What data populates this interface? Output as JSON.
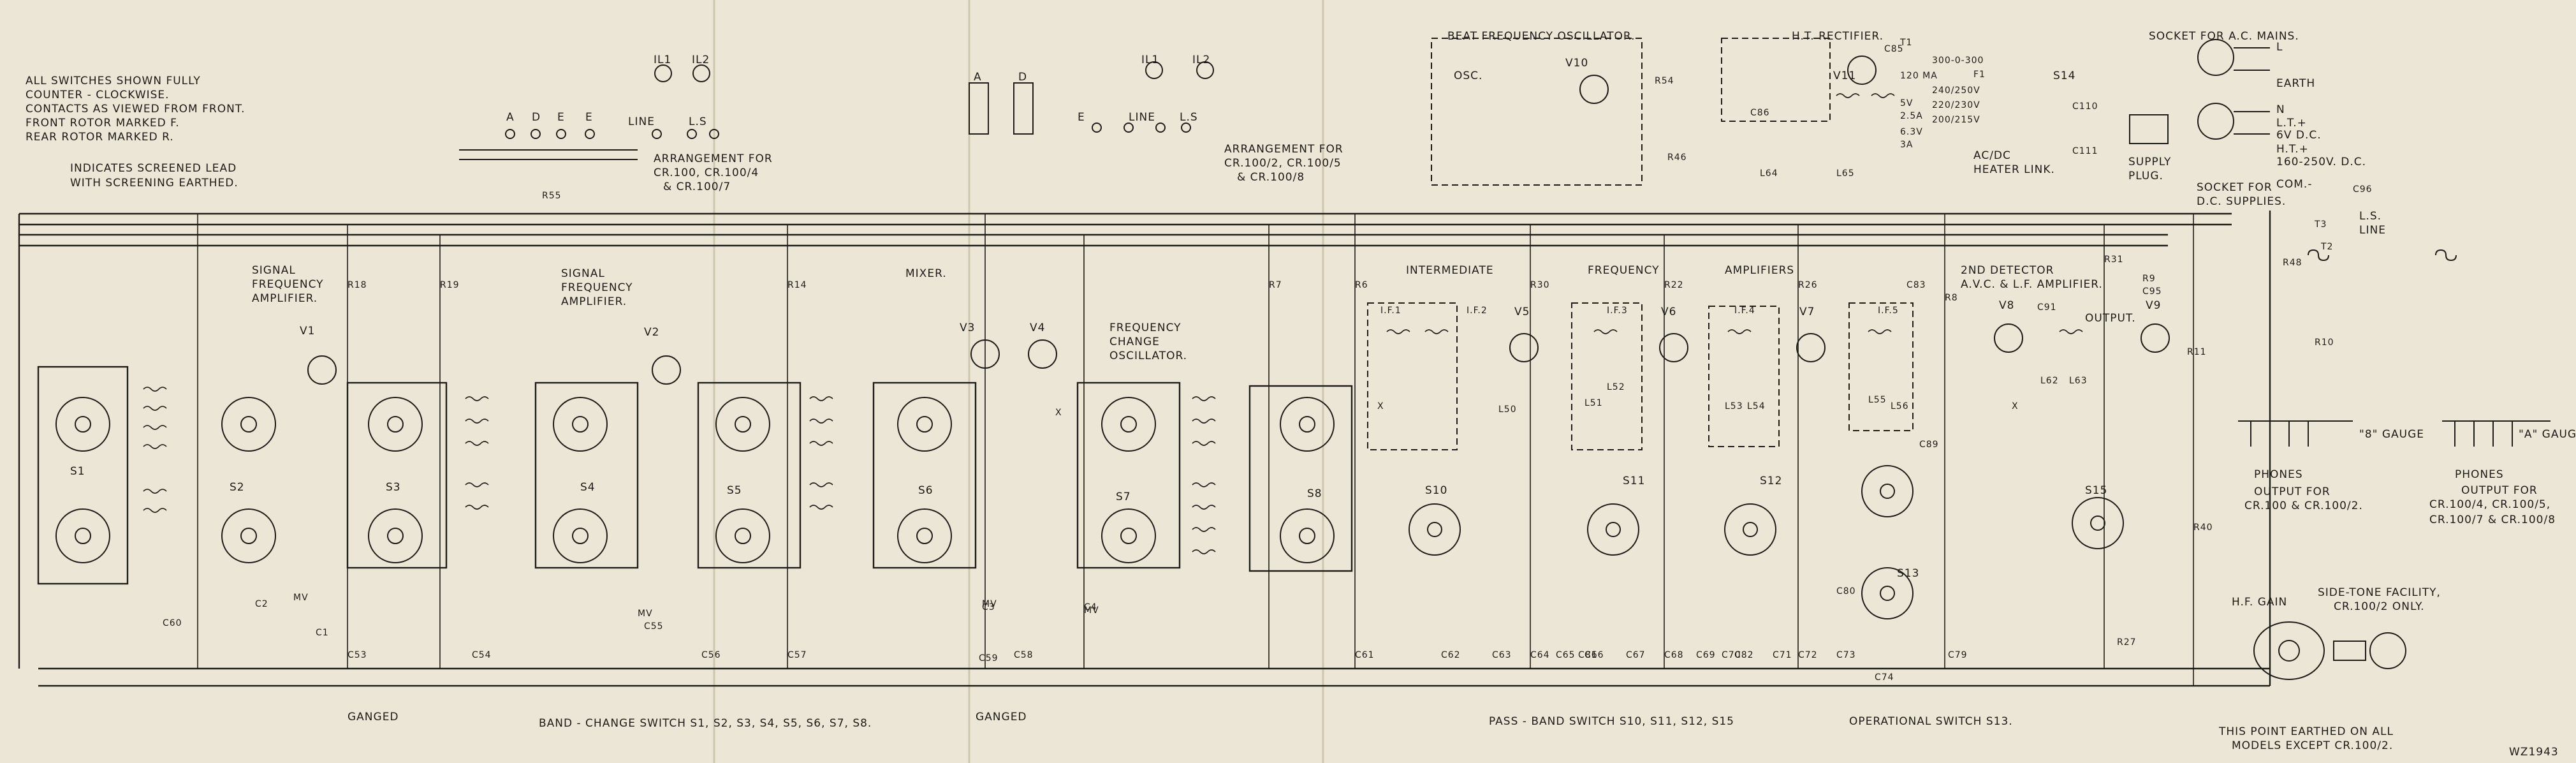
{
  "colors": {
    "paper": "#ece6d6",
    "ink": "#1d1b18",
    "fold": "#cfc6b0"
  },
  "notes": {
    "switch_note": [
      "ALL SWITCHES SHOWN FULLY",
      "COUNTER - CLOCKWISE.",
      "CONTACTS AS VIEWED FROM FRONT.",
      "FRONT ROTOR MARKED F.",
      "REAR ROTOR MARKED R."
    ],
    "screened_note": [
      "INDICATES SCREENED LEAD",
      "WITH SCREENING EARTHED."
    ],
    "arrangement_1": [
      "ARRANGEMENT FOR",
      "CR.100, CR.100/4",
      "& CR.100/7"
    ],
    "arrangement_2": [
      "ARRANGEMENT FOR",
      "CR.100/2, CR.100/5",
      "& CR.100/8"
    ],
    "earth_note": [
      "THIS POINT EARTHED ON ALL",
      "MODELS EXCEPT CR.100/2."
    ],
    "sidetone": [
      "SIDE-TONE FACILITY,",
      "CR.100/2 ONLY."
    ],
    "output_1": [
      "OUTPUT FOR",
      "CR.100 & CR.100/2."
    ],
    "output_2": [
      "OUTPUT FOR",
      "CR.100/4, CR.100/5,",
      "CR.100/7 & CR.100/8"
    ],
    "ref": "WZ1943"
  },
  "sections": {
    "sig_amp_1": [
      "SIGNAL",
      "FREQUENCY",
      "AMPLIFIER."
    ],
    "sig_amp_2": [
      "SIGNAL",
      "FREQUENCY",
      "AMPLIFIER."
    ],
    "mixer": "MIXER.",
    "fco": [
      "FREQUENCY",
      "CHANGE",
      "OSCILLATOR."
    ],
    "intermediate": "INTERMEDIATE",
    "frequency": "FREQUENCY",
    "amplifiers": "AMPLIFIERS",
    "detector": [
      "2ND DETECTOR",
      "A.V.C. & L.F. AMPLIFIER."
    ],
    "output": "OUTPUT.",
    "bfo": "BEAT FREQUENCY OSCILLATOR.",
    "osc": "OSC.",
    "rectifier": "H.T. RECTIFIER.",
    "ac_socket": "SOCKET FOR A.C. MAINS.",
    "dc_socket": [
      "SOCKET FOR",
      "D.C. SUPPLIES."
    ],
    "supply_plug": [
      "SUPPLY",
      "PLUG."
    ],
    "heater_link": [
      "AC/DC",
      "HEATER LINK."
    ],
    "hf_gain": "H.F. GAIN",
    "ls_line": [
      "L.S.",
      "LINE"
    ]
  },
  "mains": {
    "pins": [
      "L",
      "EARTH",
      "N",
      "L.T.+",
      "6V D.C.",
      "H.T.+",
      "160-250V. D.C.",
      "COM.-"
    ]
  },
  "transformer_taps": [
    "300-0-300",
    "240/250V",
    "220/230V",
    "200/215V",
    "120 MA",
    "5V",
    "2.5A",
    "6.3V",
    "3A"
  ],
  "footer": {
    "ganged_1": "GANGED",
    "band_change": "BAND - CHANGE  SWITCH  S1, S2, S3, S4, S5, S6, S7, S8.",
    "ganged_2": "GANGED",
    "pass_band": "PASS - BAND  SWITCH  S10, S11, S12, S15",
    "operational": "OPERATIONAL  SWITCH  S13."
  },
  "top_terminals": {
    "set_1": [
      "A",
      "D",
      "E",
      "E",
      "LINE",
      "L.S"
    ],
    "set_2": [
      "A",
      "D",
      "E",
      "LINE",
      "L.S"
    ],
    "lamps": [
      "IL1",
      "IL2",
      "IL1",
      "IL2"
    ],
    "phones_1": "PHONES",
    "phones_2": "PHONES",
    "gauge_8": "\"8\" GAUGE",
    "gauge_a": "\"A\" GAUGE"
  },
  "valves": [
    "V1",
    "V2",
    "V3",
    "V4",
    "V5",
    "V6",
    "V7",
    "V8",
    "V9",
    "V10",
    "V11"
  ],
  "switches": [
    "S1",
    "S2",
    "S3",
    "S4",
    "S5",
    "S6",
    "S7",
    "S8",
    "S10",
    "S11",
    "S12",
    "S13",
    "S14",
    "S15"
  ],
  "components": {
    "resistors": [
      "R55",
      "R18",
      "R19",
      "R14",
      "R7",
      "R6",
      "R30",
      "R22",
      "R26",
      "R8",
      "R31",
      "R9",
      "R11",
      "R27",
      "R40",
      "R48",
      "R10",
      "R46",
      "R54"
    ],
    "capacitors": [
      "C60",
      "C1",
      "C2",
      "C3",
      "C4",
      "C53",
      "C54",
      "C55",
      "C56",
      "C57",
      "C58",
      "C59",
      "C61",
      "C62",
      "C63",
      "C64",
      "C65",
      "C66",
      "C67",
      "C68",
      "C69",
      "C70",
      "C71",
      "C72",
      "C73",
      "C74",
      "C79",
      "C80",
      "C81",
      "C82",
      "C83",
      "C85",
      "C86",
      "C89",
      "C91",
      "C95",
      "C96",
      "C110",
      "C111"
    ],
    "inductors": [
      "L64",
      "L65",
      "L50",
      "L51",
      "L52",
      "L53",
      "L54",
      "L55",
      "L56",
      "L62",
      "L63"
    ],
    "transformers": [
      "I.F.1",
      "I.F.2",
      "I.F.3",
      "I.F.4",
      "I.F.5",
      "T1",
      "T2",
      "T3"
    ],
    "misc": [
      "F1",
      "MV",
      "MV",
      "MV",
      "MV",
      "X",
      "X",
      "X"
    ]
  }
}
